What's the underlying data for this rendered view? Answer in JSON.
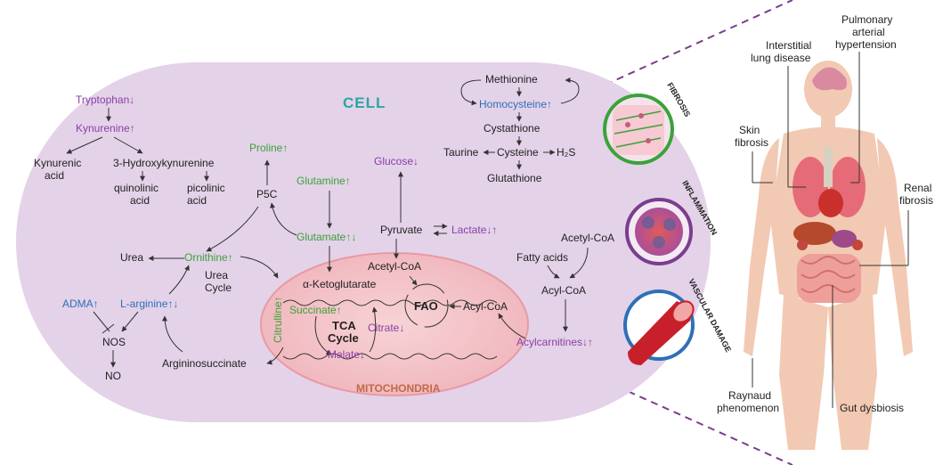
{
  "cell_title": "CELL",
  "mitochondria_label": "MITOCHONDRIA",
  "kynurenine": {
    "tryptophan": "Tryptophan↓",
    "kynurenine": "Kynurenine↑",
    "kynurenic_1": "Kynurenic",
    "kynurenic_2": "acid",
    "hydroxy": "3-Hydroxykynurenine",
    "quinolinic_1": "quinolinic",
    "quinolinic_2": "acid",
    "picolinic_1": "picolinic",
    "picolinic_2": "acid"
  },
  "center": {
    "proline": "Proline↑",
    "p5c": "P5C",
    "glutamine": "Glutamine↑",
    "glutamate": "Glutamate↑↓",
    "glucose": "Glucose↓",
    "pyruvate": "Pyruvate",
    "lactate": "Lactate↓↑",
    "methionine": "Methionine",
    "homocysteine": "Homocysteine↑",
    "cystathione": "Cystathione",
    "taurine": "Taurine",
    "cysteine": "Cysteine",
    "h2s": "H₂S",
    "glutathione": "Glutathione"
  },
  "urea": {
    "urea": "Urea",
    "ornithine": "Ornithine↑",
    "cycle_1": "Urea",
    "cycle_2": "Cycle",
    "adma": "ADMA↑",
    "larginine": "L-arginine↑↓",
    "nos": "NOS",
    "no": "NO",
    "argininosuccinate": "Argininosuccinate",
    "citrulline": "Citrulline↑"
  },
  "mito": {
    "acetylcoa": "Acetyl-CoA",
    "ketoglutarate": "α-Ketoglutarate",
    "succinate": "Succinate↑",
    "tca_1": "TCA",
    "tca_2": "Cycle",
    "citrate": "Citrate↓",
    "malate": "Malate↓",
    "fao": "FAO",
    "acylcoa": "Acyl-CoA"
  },
  "right": {
    "acetylcoa": "Acetyl-CoA",
    "fatty_acids": "Fatty acids",
    "acylcoa": "Acyl-CoA",
    "acylcarnitines": "Acylcarnitines↓↑"
  },
  "badges": {
    "fibrosis": "FIBROSIS",
    "inflammation": "INFLAMMATION",
    "vascular": "VASCULAR DAMAGE"
  },
  "body": {
    "pah_1": "Pulmonary",
    "pah_2": "arterial",
    "pah_3": "hypertension",
    "ild_1": "Interstitial",
    "ild_2": "lung disease",
    "skin_1": "Skin",
    "skin_2": "fibrosis",
    "renal_1": "Renal",
    "renal_2": "fibrosis",
    "raynaud_1": "Raynaud",
    "raynaud_2": "phenomenon",
    "gut": "Gut dysbiosis"
  },
  "colors": {
    "cell_fill": "#e4d2e8",
    "mito_fill": "#f4c6cc",
    "purple": "#8a3fa8",
    "green": "#3aa23a",
    "blue": "#2f6fb8",
    "teal": "#2aa7a0"
  }
}
